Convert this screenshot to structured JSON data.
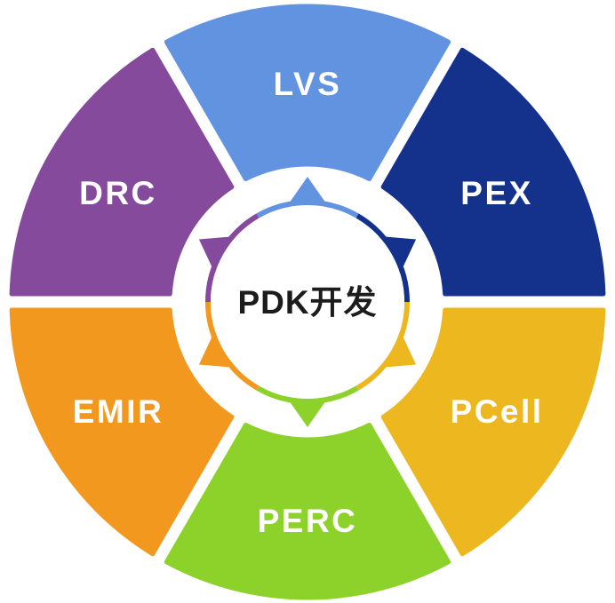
{
  "diagram": {
    "center": {
      "label": "PDK开发",
      "text_color": "#1c1c1c",
      "fill": "#ffffff"
    },
    "background": "#ffffff",
    "segment_label_color": "#ffffff",
    "segments": [
      {
        "id": "lvs",
        "label": "LVS",
        "color": "#6193E0",
        "mid_angle_deg": 90
      },
      {
        "id": "pex",
        "label": "PEX",
        "color": "#14328C",
        "mid_angle_deg": 30
      },
      {
        "id": "pcell",
        "label": "PCell",
        "color": "#EDB720",
        "mid_angle_deg": -30
      },
      {
        "id": "perc",
        "label": "PERC",
        "color": "#8DD22B",
        "mid_angle_deg": -90
      },
      {
        "id": "emir",
        "label": "EMIR",
        "color": "#F3981F",
        "mid_angle_deg": -150
      },
      {
        "id": "drc",
        "label": "DRC",
        "color": "#864A9C",
        "mid_angle_deg": 150
      }
    ]
  }
}
